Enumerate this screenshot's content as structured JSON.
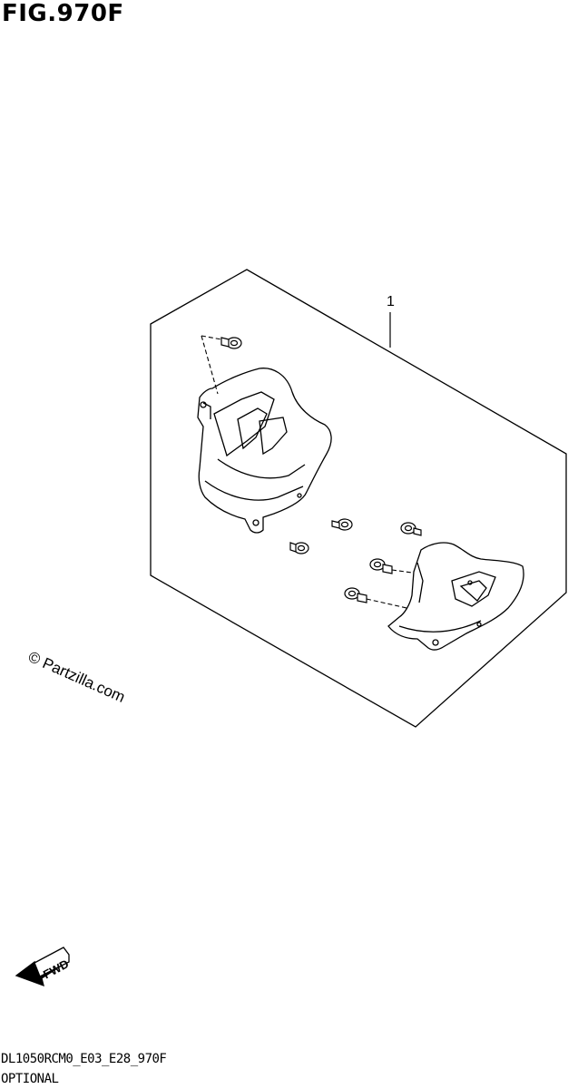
{
  "figure": {
    "title": "FIG.970F",
    "ref_number": "1",
    "watermark": "© Partzilla.com",
    "fwd_label": "FWD"
  },
  "footer": {
    "model_code": "DL1050RCM0_E03_E28_970F",
    "category": "OPTIONAL"
  }
}
